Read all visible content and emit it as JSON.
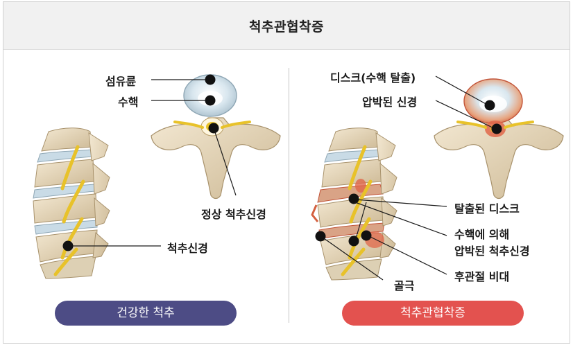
{
  "title": "척추관협착증",
  "left_panel": {
    "labels": {
      "annulus": "섬유륜",
      "nucleus": "수핵",
      "normal_nerve": "정상 척추신경",
      "spinal_nerve": "척추신경"
    },
    "caption": "건강한 척추"
  },
  "right_panel": {
    "labels": {
      "disc_herniation": "디스크(수핵 탈출)",
      "compressed_nerve": "압박된 신경",
      "herniated_disc": "탈출된 디스크",
      "nucleus_compressed_line1": "수핵에 의해",
      "nucleus_compressed_line2": "압박된 척추신경",
      "osteophyte": "골극",
      "facet_hypertrophy": "후관절 비대"
    },
    "caption": "척추관협착증"
  },
  "colors": {
    "caption_normal": "#4d4c85",
    "caption_disease": "#e3524f",
    "bone": "#e6d6b8",
    "disc": "#c9dbe6",
    "nerve": "#e8c22a",
    "inflammation": "#e0674a"
  }
}
